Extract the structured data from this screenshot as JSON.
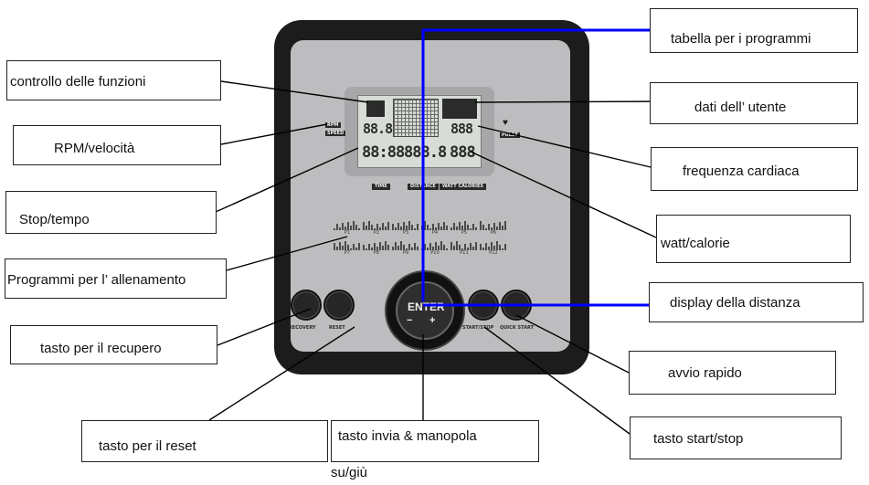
{
  "callouts": {
    "controllo_funzioni": "controllo delle funzioni",
    "rpm_velocita": "RPM/velocità",
    "stop_tempo": "Stop/tempo",
    "programmi": "Programmi per l’ allenamento",
    "tasto_recupero": "tasto per il recupero",
    "tasto_reset": "tasto per il reset",
    "tasto_invia_line1": "tasto invia & manopola",
    "tasto_invia_line2": "su/giù",
    "tabella_programmi": "tabella per i programmi",
    "dati_utente": "dati dell’ utente",
    "frequenza_cardiaca": "frequenza cardiaca",
    "watt_calorie": "watt/calorie",
    "display_distanza": "display della distanza",
    "avvio_rapido": "avvio rapido",
    "tasto_start_stop": "tasto start/stop"
  },
  "console": {
    "rpm_label": "RPM",
    "speed_label": "SPEED",
    "pulse_label": "PULSE",
    "lcd_left_digits": "88.8",
    "lcd_right_digits": "888",
    "lcd_time_digits": "88:88",
    "lcd_distance_digits": "888.8",
    "lcd_watt_digits": "888",
    "label_time": "TIME",
    "label_distance": "DISTANCE",
    "label_watt_calories": "WATT CALORIES",
    "programs": [
      "P1",
      "P2",
      "P3",
      "P4",
      "P5",
      "P6",
      "P7",
      "P8",
      "P9",
      "P10",
      "P11",
      "P12"
    ],
    "enter_label": "ENTER",
    "minus_label": "−",
    "plus_label": "+",
    "btn_recovery": "RECOVERY",
    "btn_reset": "RESET",
    "btn_start_stop": "START/STOP",
    "btn_quick_start": "QUICK START"
  },
  "colors": {
    "leader_line": "#0000ff",
    "plain_line": "#000000",
    "frame": "#1c1c1c",
    "panel": "#bdbdbf"
  }
}
